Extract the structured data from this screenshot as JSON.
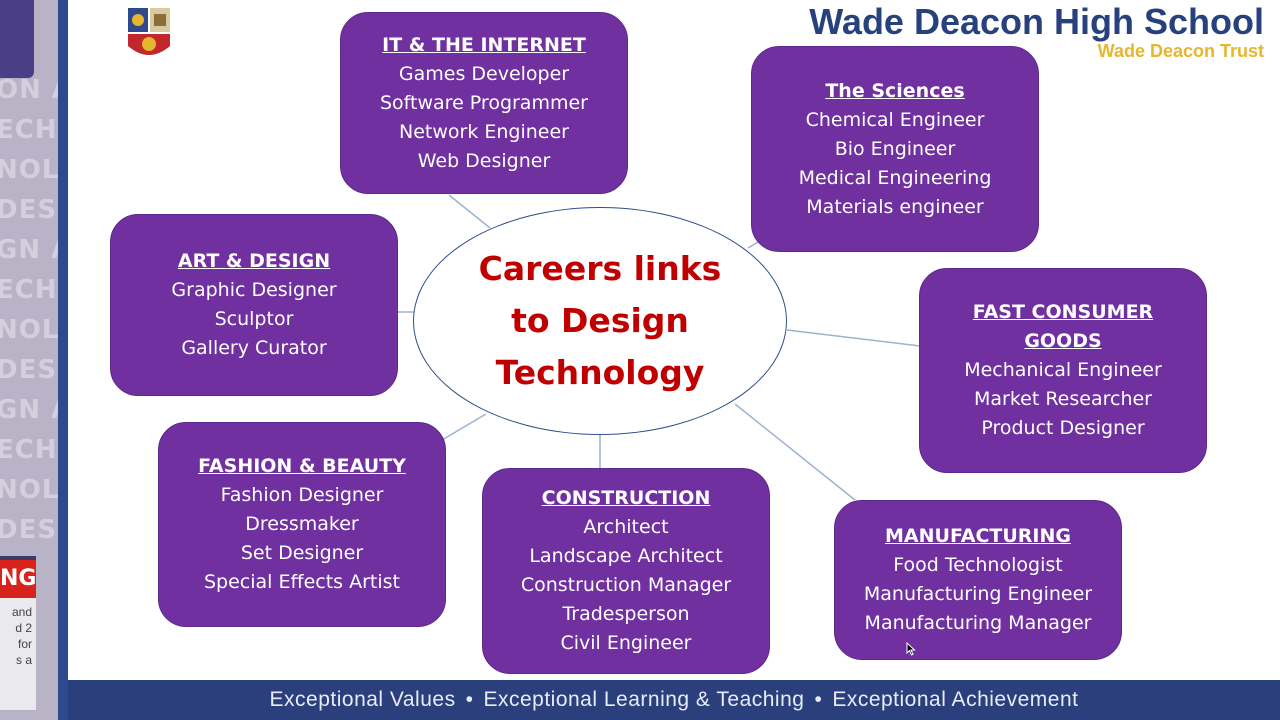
{
  "header": {
    "school_name": "Wade Deacon High School",
    "trust_name": "Wade Deacon Trust"
  },
  "left_strip": {
    "watermark_lines": [
      "ON AN",
      "ECHNO",
      "NOLOG",
      "DESIG",
      "GN AN",
      "ECHNO",
      "NOLOG",
      "DESIG",
      "GN AN",
      "ECHNO",
      "NOLOG",
      "DESIG"
    ],
    "alert_text": "NG",
    "small_lines": [
      "and",
      "d 2",
      "for",
      "s a"
    ]
  },
  "center": {
    "lines": [
      "Careers links",
      "to Design",
      "Technology"
    ]
  },
  "boxes": {
    "it": {
      "title": "IT & THE INTERNET",
      "items": [
        "Games Developer",
        "Software Programmer",
        "Network Engineer",
        "Web Designer"
      ]
    },
    "sciences": {
      "title": "The Sciences",
      "items": [
        "Chemical Engineer",
        "Bio Engineer",
        "Medical Engineering",
        "Materials engineer"
      ]
    },
    "art": {
      "title": "ART & DESIGN",
      "items": [
        "Graphic Designer",
        "Sculptor",
        "Gallery Curator"
      ]
    },
    "fast": {
      "title": "FAST CONSUMER\nGOODS",
      "items": [
        "Mechanical Engineer",
        "Market Researcher",
        "Product Designer"
      ]
    },
    "fashion": {
      "title": "FASHION & BEAUTY",
      "items": [
        "Fashion Designer",
        "Dressmaker",
        "Set Designer",
        "Special Effects Artist"
      ]
    },
    "construction": {
      "title": "CONSTRUCTION",
      "items": [
        "Architect",
        "Landscape Architect",
        "Construction Manager",
        "Tradesperson",
        "Civil Engineer"
      ]
    },
    "manufacturing": {
      "title": "MANUFACTURING",
      "items": [
        "Food Technologist",
        "Manufacturing Engineer",
        "Manufacturing Manager"
      ]
    }
  },
  "footer": {
    "part1": "Exceptional Values",
    "part2": "Exceptional Learning & Teaching",
    "part3": "Exceptional Achievement",
    "separator": "•"
  },
  "colors": {
    "box_purple": "#7030a0",
    "center_text_red": "#c00000",
    "school_blue": "#27417d",
    "trust_gold": "#e6b62c",
    "footer_blue": "#2b3f7d"
  }
}
